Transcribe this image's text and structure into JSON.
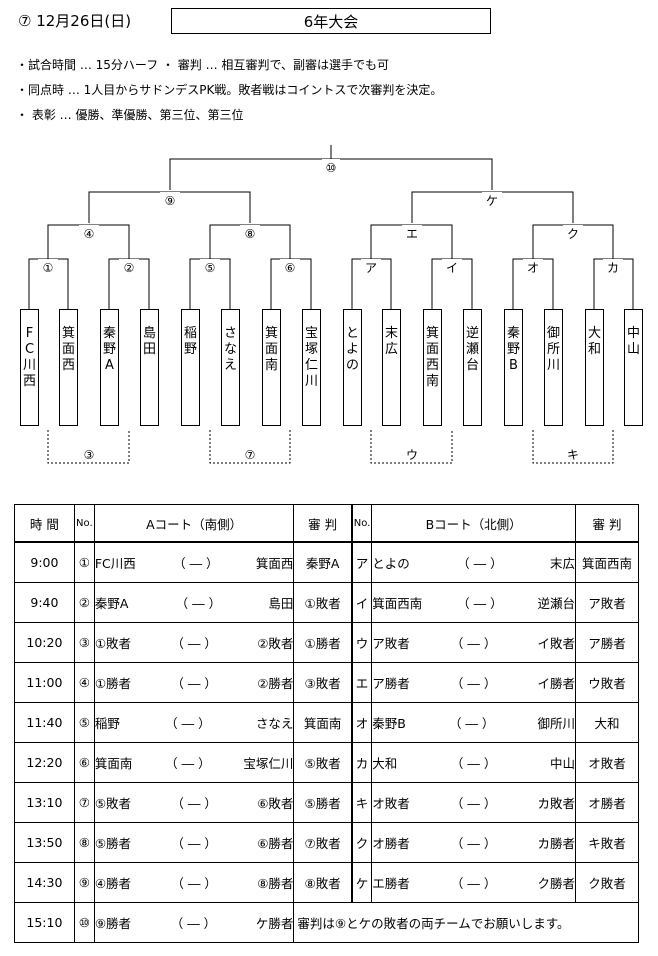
{
  "header": {
    "date": "⑦ 12月26日(日)",
    "title": "6年大会",
    "notes": [
      "・試合時間 … 15分ハーフ ・ 審判 … 相互審判で、副審は選手でも可",
      "・同点時 … 1人目からサドンデスPK戦。敗者戦はコイントスで次審判を決定。",
      "・ 表彰 … 優勝、準優勝、第三位、第三位"
    ]
  },
  "bracket": {
    "top_label": "⑩",
    "semi": [
      "⑨",
      "ケ"
    ],
    "quarter": [
      "④",
      "⑧",
      "エ",
      "ク"
    ],
    "first": [
      "①",
      "②",
      "⑤",
      "⑥",
      "ア",
      "イ",
      "オ",
      "カ"
    ],
    "consolation": [
      "③",
      "⑦",
      "ウ",
      "キ"
    ],
    "teams": [
      [
        "F",
        "C",
        "川",
        "西"
      ],
      [
        "箕",
        "面",
        "西"
      ],
      [
        "秦",
        "野",
        "A"
      ],
      [
        "島",
        "田"
      ],
      [
        "稲",
        "野"
      ],
      [
        "さ",
        "な",
        "え"
      ],
      [
        "箕",
        "面",
        "南"
      ],
      [
        "宝",
        "塚",
        "仁",
        "川"
      ],
      [
        "と",
        "よ",
        "の"
      ],
      [
        "末",
        "広"
      ],
      [
        "箕",
        "面",
        "西",
        "南"
      ],
      [
        "逆",
        "瀬",
        "台"
      ],
      [
        "秦",
        "野",
        "B"
      ],
      [
        "御",
        "所",
        "川"
      ],
      [
        "大",
        "和"
      ],
      [
        "中",
        "山"
      ]
    ]
  },
  "table": {
    "headers": {
      "time": "時 間",
      "no_a": "No.",
      "court_a": "Aコート（南側）",
      "ref_a": "審 判",
      "no_b": "No.",
      "court_b": "Bコート（北側）",
      "ref_b": "審 判"
    },
    "sep": "（ ― ）",
    "rows": [
      {
        "time": "9:00",
        "no_a": "①",
        "a_home": "FC川西",
        "a_away": "箕面西",
        "ref_a": "秦野A",
        "no_b": "ア",
        "b_home": "とよの",
        "b_away": "末広",
        "ref_b": "箕面西南"
      },
      {
        "time": "9:40",
        "no_a": "②",
        "a_home": "秦野A",
        "a_away": "島田",
        "ref_a": "①敗者",
        "no_b": "イ",
        "b_home": "箕面西南",
        "b_away": "逆瀬台",
        "ref_b": "ア敗者"
      },
      {
        "time": "10:20",
        "no_a": "③",
        "a_home": "①敗者",
        "a_away": "②敗者",
        "ref_a": "①勝者",
        "no_b": "ウ",
        "b_home": "ア敗者",
        "b_away": "イ敗者",
        "ref_b": "ア勝者"
      },
      {
        "time": "11:00",
        "no_a": "④",
        "a_home": "①勝者",
        "a_away": "②勝者",
        "ref_a": "③敗者",
        "no_b": "エ",
        "b_home": "ア勝者",
        "b_away": "イ勝者",
        "ref_b": "ウ敗者"
      },
      {
        "time": "11:40",
        "no_a": "⑤",
        "a_home": "稲野",
        "a_away": "さなえ",
        "ref_a": "箕面南",
        "no_b": "オ",
        "b_home": "秦野B",
        "b_away": "御所川",
        "ref_b": "大和"
      },
      {
        "time": "12:20",
        "no_a": "⑥",
        "a_home": "箕面南",
        "a_away": "宝塚仁川",
        "ref_a": "⑤敗者",
        "no_b": "カ",
        "b_home": "大和",
        "b_away": "中山",
        "ref_b": "オ敗者"
      },
      {
        "time": "13:10",
        "no_a": "⑦",
        "a_home": "⑤敗者",
        "a_away": "⑥敗者",
        "ref_a": "⑤勝者",
        "no_b": "キ",
        "b_home": "オ敗者",
        "b_away": "カ敗者",
        "ref_b": "オ勝者"
      },
      {
        "time": "13:50",
        "no_a": "⑧",
        "a_home": "⑤勝者",
        "a_away": "⑥勝者",
        "ref_a": "⑦敗者",
        "no_b": "ク",
        "b_home": "オ勝者",
        "b_away": "カ勝者",
        "ref_b": "キ敗者"
      },
      {
        "time": "14:30",
        "no_a": "⑨",
        "a_home": "④勝者",
        "a_away": "⑧勝者",
        "ref_a": "⑧敗者",
        "no_b": "ケ",
        "b_home": "エ勝者",
        "b_away": "ク勝者",
        "ref_b": "ク敗者"
      }
    ],
    "final": {
      "time": "15:10",
      "no_a": "⑩",
      "a_home": "⑨勝者",
      "a_away": "ケ勝者",
      "note": "審判は⑨とケの敗者の両チームでお願いします。"
    }
  }
}
